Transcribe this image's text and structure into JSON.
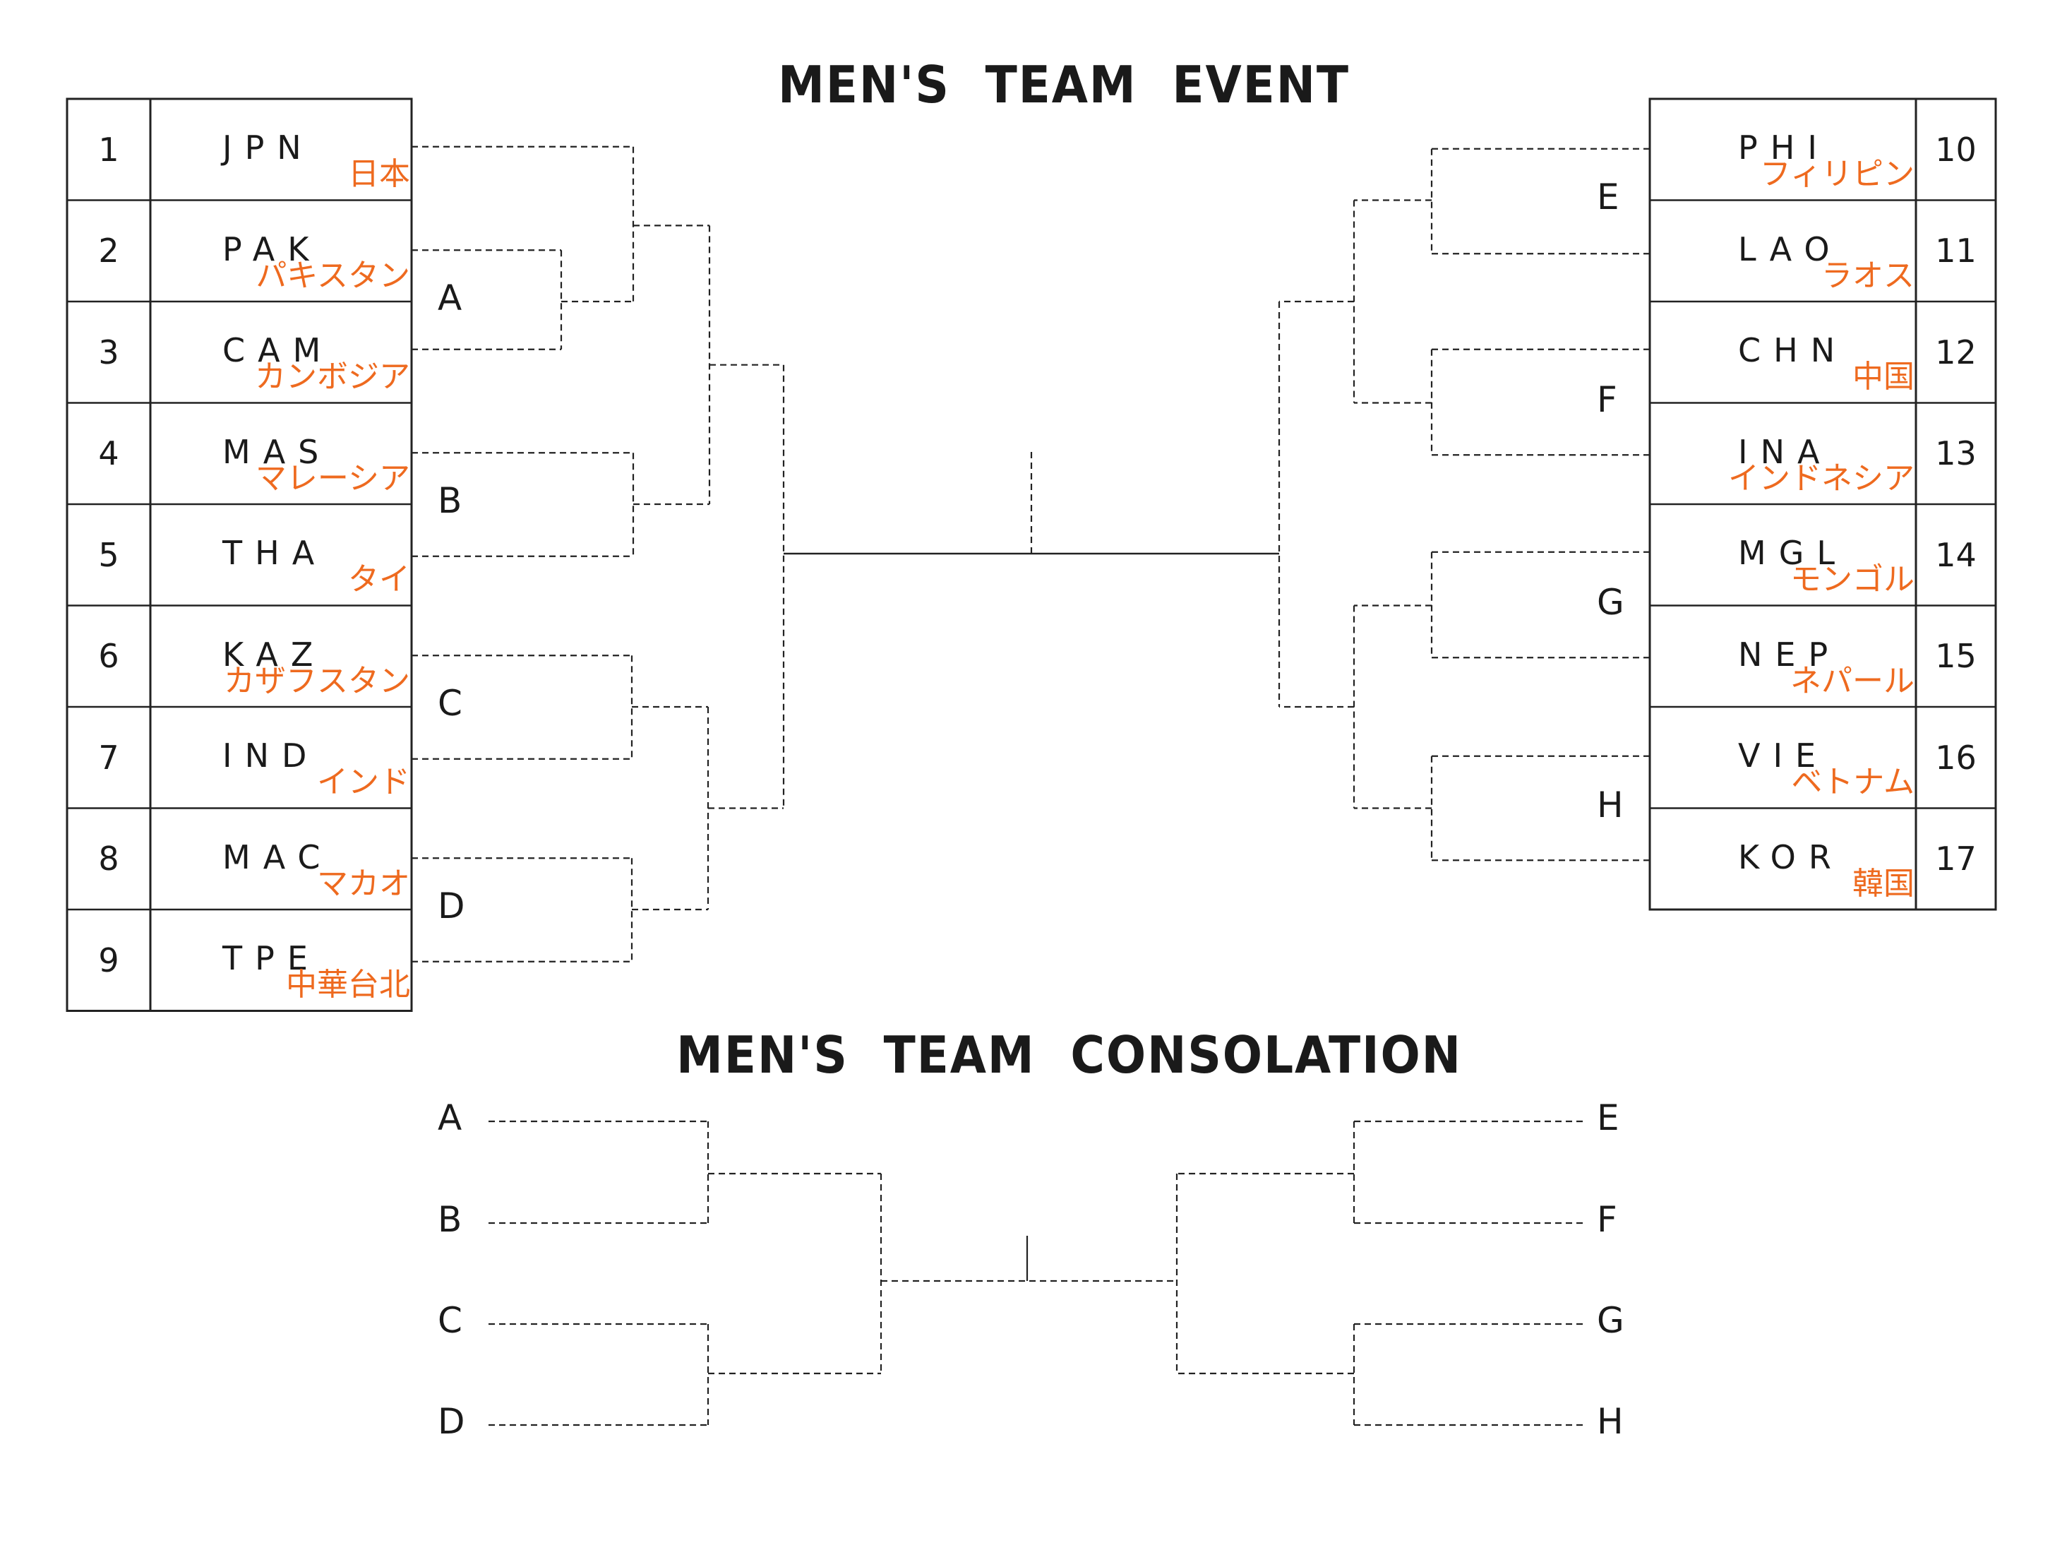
{
  "titles": {
    "main": "MEN'S  TEAM  EVENT",
    "consolation": "MEN'S  TEAM  CONSOLATION"
  },
  "colors": {
    "line": "#222222",
    "japanese": "#ee6a1f"
  },
  "left_teams": [
    {
      "seed": "1",
      "code": "JPN",
      "jp": "日本"
    },
    {
      "seed": "2",
      "code": "PAK",
      "jp": "パキスタン"
    },
    {
      "seed": "3",
      "code": "CAM",
      "jp": "カンボジア"
    },
    {
      "seed": "4",
      "code": "MAS",
      "jp": "マレーシア"
    },
    {
      "seed": "5",
      "code": "THA",
      "jp": "タイ"
    },
    {
      "seed": "6",
      "code": "KAZ",
      "jp": "カザフスタン"
    },
    {
      "seed": "7",
      "code": "IND",
      "jp": "インド"
    },
    {
      "seed": "8",
      "code": "MAC",
      "jp": "マカオ"
    },
    {
      "seed": "9",
      "code": "TPE",
      "jp": "中華台北"
    }
  ],
  "right_teams": [
    {
      "seed": "10",
      "code": "PHI",
      "jp": "フィリピン"
    },
    {
      "seed": "11",
      "code": "LAO",
      "jp": "ラオス"
    },
    {
      "seed": "12",
      "code": "CHN",
      "jp": "中国"
    },
    {
      "seed": "13",
      "code": "INA",
      "jp": "インドネシア"
    },
    {
      "seed": "14",
      "code": "MGL",
      "jp": "モンゴル"
    },
    {
      "seed": "15",
      "code": "NEP",
      "jp": "ネパール"
    },
    {
      "seed": "16",
      "code": "VIE",
      "jp": "ベトナム"
    },
    {
      "seed": "17",
      "code": "KOR",
      "jp": "韓国"
    }
  ],
  "groups_left": [
    "A",
    "B",
    "C",
    "D"
  ],
  "groups_right": [
    "E",
    "F",
    "G",
    "H"
  ],
  "consolation_left": [
    "A",
    "B",
    "C",
    "D"
  ],
  "consolation_right": [
    "E",
    "F",
    "G",
    "H"
  ]
}
